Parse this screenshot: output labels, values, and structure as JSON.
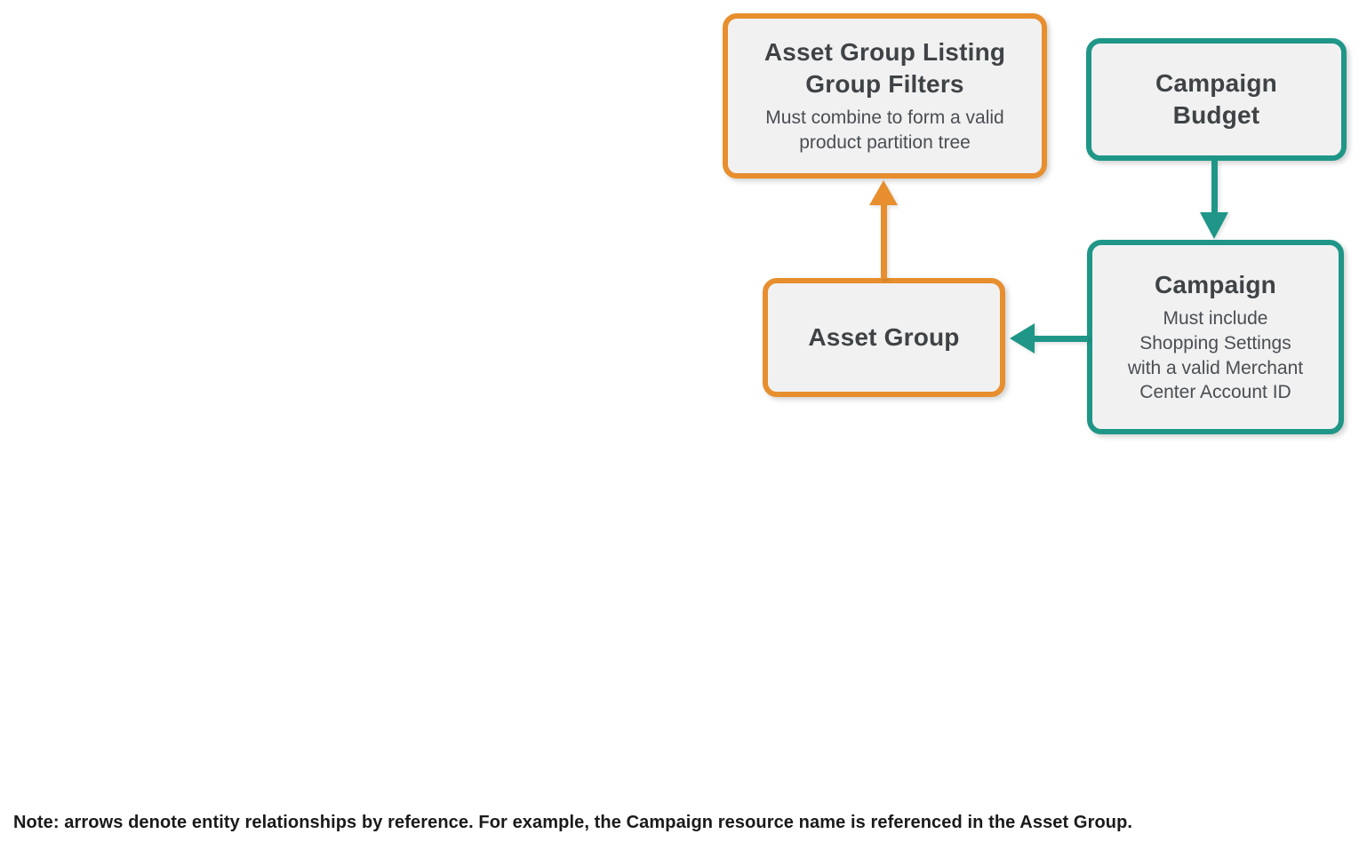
{
  "diagram": {
    "boxes": {
      "filters": {
        "title": "Asset Group Listing\nGroup Filters",
        "subtitle": "Must combine to form a valid\nproduct partition tree",
        "border_color": "#E78E2E"
      },
      "campaign_budget": {
        "title": "Campaign\nBudget",
        "border_color": "#1F9687"
      },
      "asset_group": {
        "title": "Asset Group",
        "border_color": "#E78E2E"
      },
      "campaign": {
        "title": "Campaign",
        "subtitle": "Must include\nShopping Settings\nwith a valid Merchant\nCenter Account ID",
        "border_color": "#1F9687"
      }
    },
    "arrows": [
      {
        "name": "asset-group-to-filters",
        "from": "Asset Group",
        "to": "Asset Group Listing Group Filters",
        "direction": "up",
        "color": "#E78E2E"
      },
      {
        "name": "campaign-budget-to-campaign",
        "from": "Campaign Budget",
        "to": "Campaign",
        "direction": "down",
        "color": "#1F9687"
      },
      {
        "name": "campaign-to-asset-group",
        "from": "Campaign",
        "to": "Asset Group",
        "direction": "left",
        "color": "#1F9687"
      }
    ],
    "colors": {
      "orange": "#E78E2E",
      "teal": "#1F9687",
      "box_fill": "#F1F1F2",
      "title_text": "#3F4346",
      "subtitle_text": "#4A4E52"
    }
  },
  "note": {
    "text": "Note: arrows denote entity relationships by reference. For example, the Campaign resource name is referenced in the Asset Group."
  }
}
